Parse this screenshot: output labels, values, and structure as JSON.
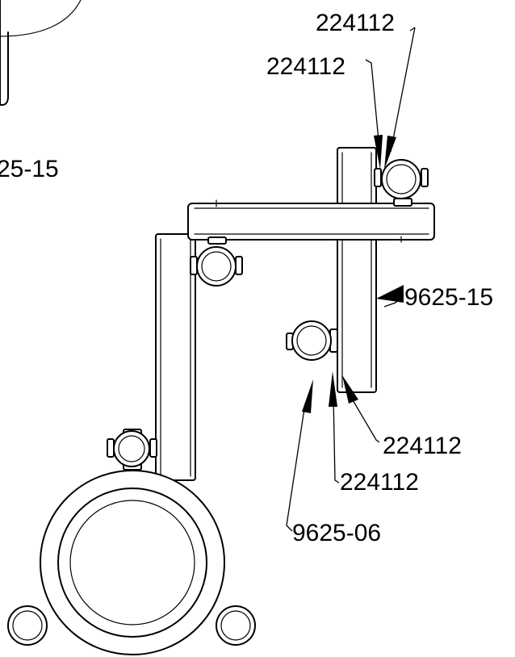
{
  "callouts": {
    "top_upper": "224112",
    "top_lower": "224112",
    "left_partial": "25-15",
    "right_tube": "9625-15",
    "mid_right_upper": "224112",
    "mid_right_lower": "224112",
    "bottom_left_part": "9625-06"
  }
}
